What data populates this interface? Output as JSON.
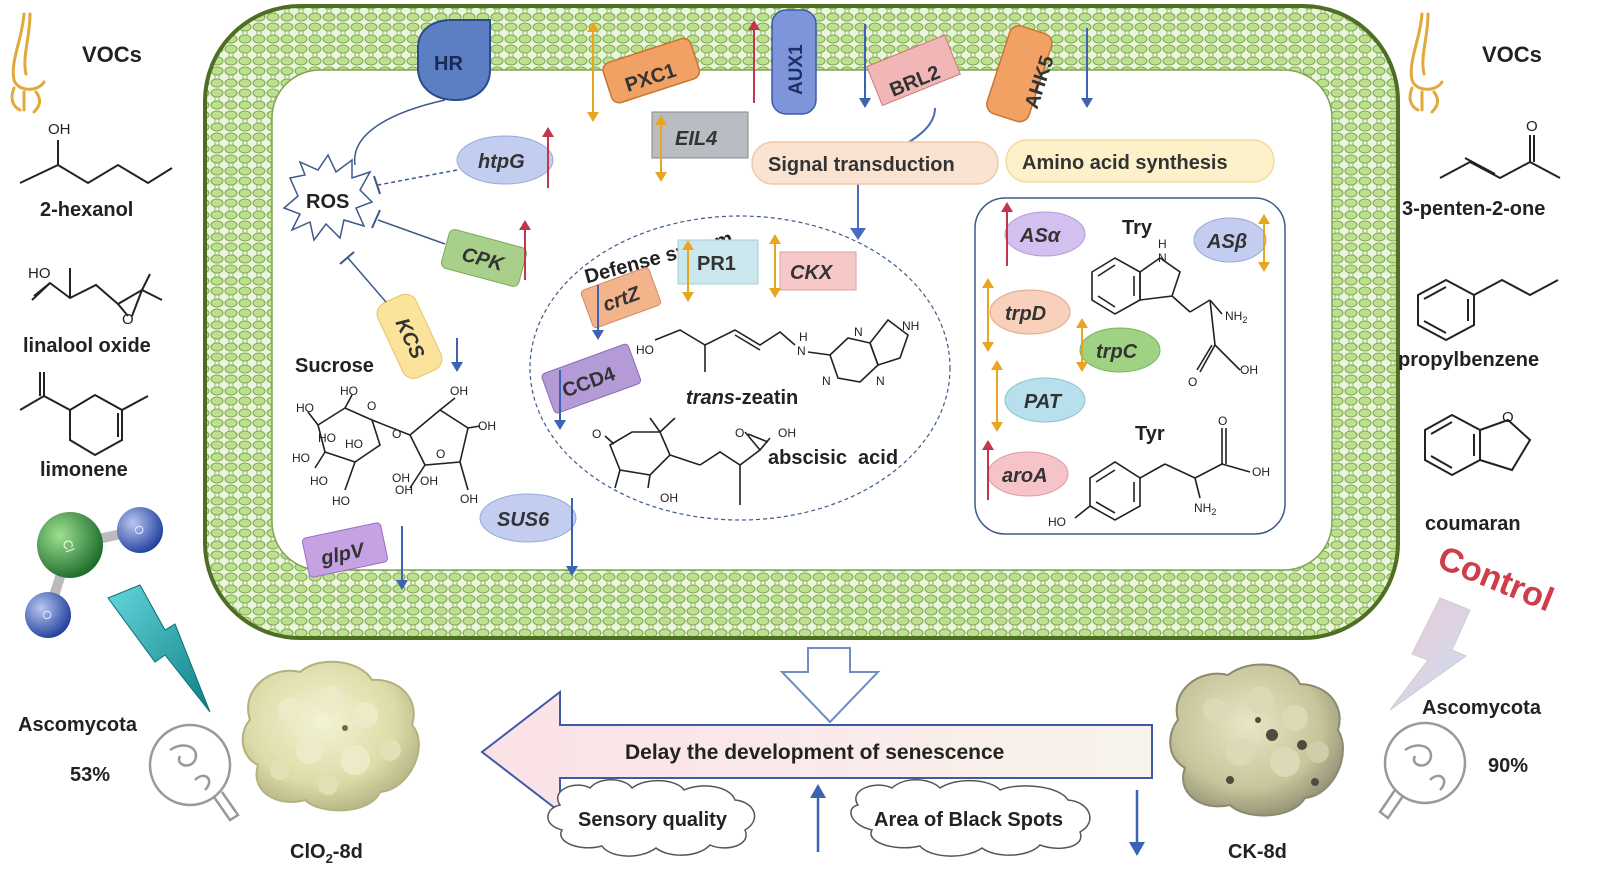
{
  "left_panel": {
    "vocs_label": "VOCs",
    "compounds": [
      {
        "name": "2-hexanol",
        "atom_label": "OH"
      },
      {
        "name": "linalool oxide",
        "atom_labels": [
          "HO",
          "O"
        ]
      },
      {
        "name": "limonene"
      }
    ],
    "molecule_atoms": [
      "Cl",
      "O",
      "O"
    ],
    "phylum": "Ascomycota",
    "percent": "53%",
    "sample_label": "ClO",
    "sample_sub": "2",
    "sample_suffix": "-8d"
  },
  "right_panel": {
    "vocs_label": "VOCs",
    "compounds": [
      {
        "name": "3-penten-2-one",
        "atom_label": "O"
      },
      {
        "name": "propylbenzene"
      },
      {
        "name": "coumaran",
        "atom_label": "O"
      }
    ],
    "control_label": "Control",
    "phylum": "Ascomycota",
    "percent": "90%",
    "sample_label": "CK-8d"
  },
  "cell": {
    "membrane_proteins": [
      "HR",
      "PXC1",
      "AUX1",
      "BRL2",
      "AHK5"
    ],
    "genes": [
      "EIL4",
      "htpG",
      "CPK",
      "KCS",
      "glpV",
      "SUS6"
    ],
    "ros_label": "ROS",
    "sucrose_label": "Sucrose",
    "sucrose_atoms": [
      "HO",
      "HO",
      "HO",
      "HO",
      "O",
      "O",
      "O",
      "OH",
      "OH",
      "OH",
      "OH",
      "HO",
      "HO",
      "OH",
      "OH",
      "HO"
    ],
    "signal_label": "Signal transduction",
    "amino_label": "Amino acid synthesis",
    "defense": {
      "title": "Defense system",
      "genes": [
        "crtZ",
        "PR1",
        "CKX",
        "CCD4"
      ],
      "zeatin_prefix": "trans",
      "zeatin_suffix": "-zeatin",
      "zeatin_atoms": [
        "HO",
        "H",
        "N",
        "N",
        "NH",
        "N",
        "N"
      ],
      "aba_label": "abscisic  acid",
      "aba_atoms": [
        "O",
        "O",
        "OH",
        "OH"
      ]
    },
    "amino": {
      "genes": [
        "ASα",
        "ASβ",
        "trpD",
        "trpC",
        "PAT",
        "aroA"
      ],
      "try_label": "Try",
      "try_atoms": [
        "H",
        "N",
        "NH",
        "2",
        "O",
        "OH"
      ],
      "tyr_label": "Tyr",
      "tyr_atoms": [
        "O",
        "OH",
        "NH",
        "2",
        "HO"
      ]
    }
  },
  "bottom": {
    "delay_text": "Delay the development of senescence",
    "sensory": "Sensory quality",
    "black_spots": "Area of Black Spots"
  },
  "colors": {
    "membrane": "#a7d07c",
    "membrane_border": "#4e6e24",
    "up_arrow": "#c0364c",
    "down_arrow": "#3c62b4",
    "both_arrow": "#e8a51f",
    "inhibit": "#3b5a8a"
  }
}
